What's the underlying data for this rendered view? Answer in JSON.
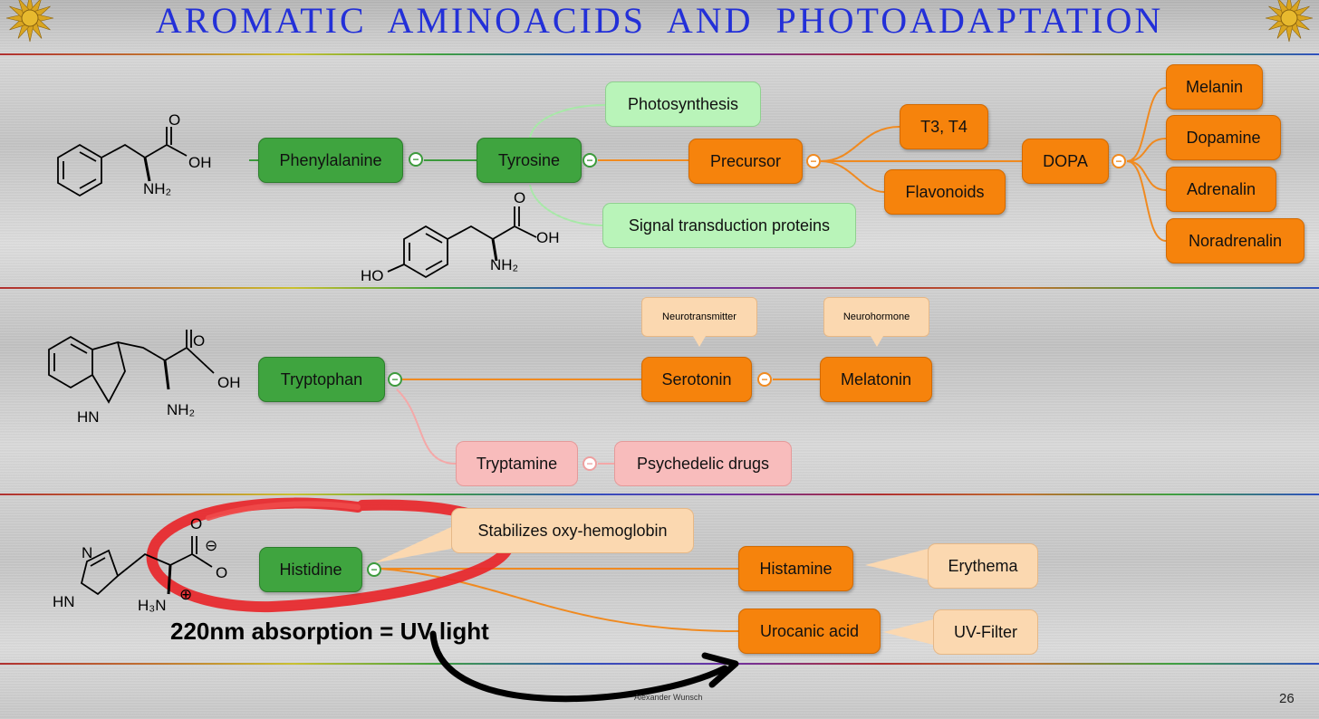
{
  "title": "AROMATIC AMINOACIDS AND PHOTOADAPTATION",
  "nodes": {
    "phenylalanine": "Phenylalanine",
    "tyrosine": "Tyrosine",
    "photosynthesis": "Photosynthesis",
    "signal": "Signal transduction proteins",
    "precursor": "Precursor",
    "t3t4": "T3, T4",
    "flavonoids": "Flavonoids",
    "dopa": "DOPA",
    "melanin": "Melanin",
    "dopamine": "Dopamine",
    "adrenalin": "Adrenalin",
    "noradrenalin": "Noradrenalin",
    "tryptophan": "Tryptophan",
    "serotonin": "Serotonin",
    "melatonin": "Melatonin",
    "tryptamine": "Tryptamine",
    "psychedelic": "Psychedelic drugs",
    "histidine": "Histidine",
    "stabilizes": "Stabilizes oxy-hemoglobin",
    "histamine": "Histamine",
    "erythema": "Erythema",
    "urocanic": "Urocanic acid",
    "uvfilter": "UV-Filter"
  },
  "callouts": {
    "neurotransmitter": "Neurotransmitter",
    "neurohormone": "Neurohormone"
  },
  "chem_labels": {
    "oh": "OH",
    "o": "O",
    "nh2": "NH₂",
    "ho": "HO",
    "hn": "HN",
    "n": "N",
    "h3n": "H₃N",
    "plus": "⊕",
    "minus": "⊖"
  },
  "annotation": "220nm absorption = UV light",
  "credit": "Alexander Wunsch",
  "page_number": "26",
  "colors": {
    "title": "#2330d8",
    "green": "#3fa43f",
    "light_green": "#b9f4b9",
    "orange": "#f6830c",
    "pink": "#f8bcbc",
    "peach": "#fbd8b0",
    "highlight_red": "#e8262a"
  }
}
